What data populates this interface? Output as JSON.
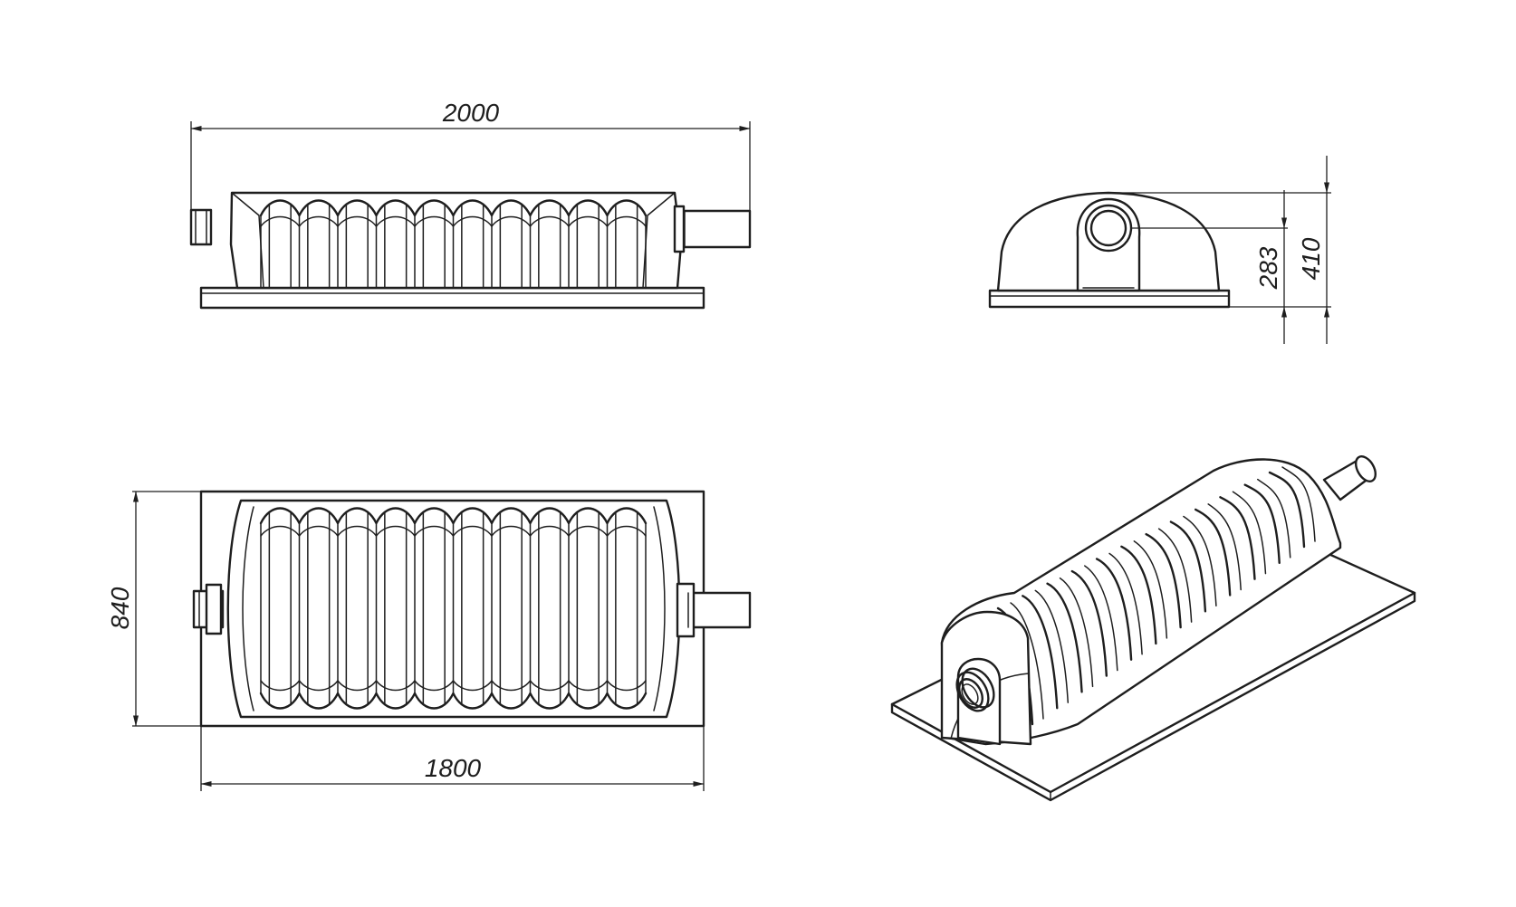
{
  "dimensions": {
    "overall_length": "2000",
    "base_length": "1800",
    "width": "840",
    "total_height": "410",
    "inlet_height": "283"
  },
  "views": [
    "front-view",
    "side-view",
    "top-view",
    "isometric-view"
  ],
  "line_color": "#1e1e1e",
  "background_color": "#ffffff"
}
